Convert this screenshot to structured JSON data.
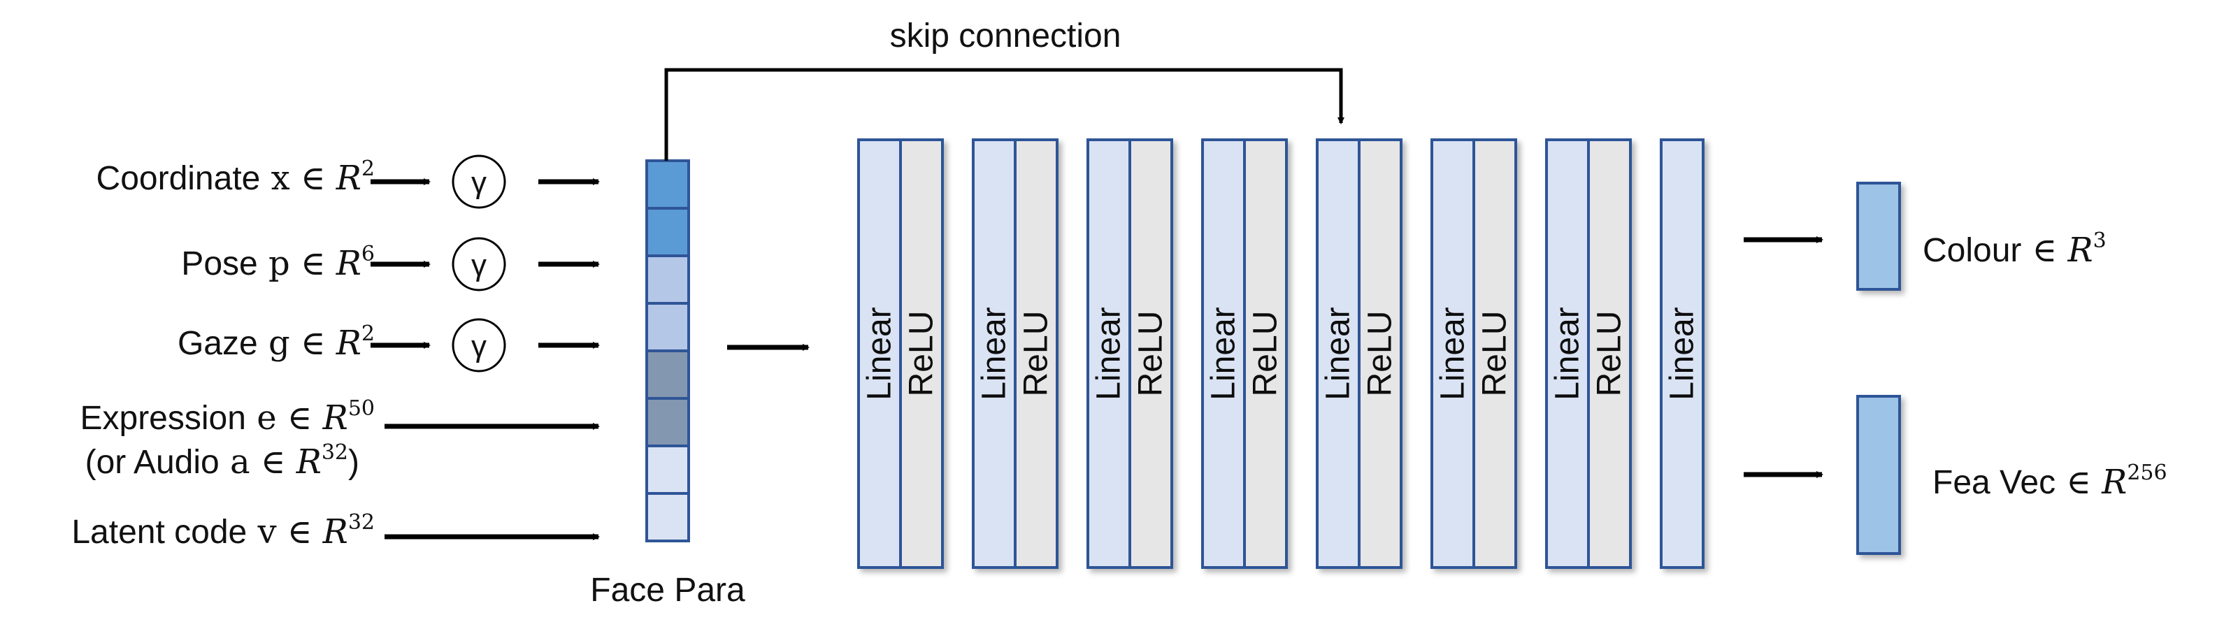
{
  "inputs": [
    {
      "name": "Coordinate",
      "var": "x",
      "space": "R",
      "dim": "2",
      "encoded": true
    },
    {
      "name": "Pose",
      "var": "p",
      "space": "R",
      "dim": "6",
      "encoded": true
    },
    {
      "name": "Gaze",
      "var": "g",
      "space": "R",
      "dim": "2",
      "encoded": true
    },
    {
      "name": "Expression",
      "var": "e",
      "space": "R",
      "dim": "50",
      "encoded": false,
      "alt": {
        "prefix": "(or Audio",
        "var": "a",
        "space": "R",
        "dim": "32",
        "suffix": ")"
      }
    },
    {
      "name": "Latent code",
      "var": "v",
      "space": "R",
      "dim": "32",
      "encoded": false
    }
  ],
  "encoding_symbol": "γ",
  "element_of": "∈",
  "face_para_label": "Face Para",
  "face_para_colors": [
    "#5b9bd5",
    "#5b9bd5",
    "#b4c7e7",
    "#b4c7e7",
    "#8497b0",
    "#8497b0",
    "#dae3f3",
    "#dae3f3"
  ],
  "skip_label": "skip connection",
  "layers": [
    {
      "linear": "Linear",
      "relu": "ReLU"
    },
    {
      "linear": "Linear",
      "relu": "ReLU"
    },
    {
      "linear": "Linear",
      "relu": "ReLU"
    },
    {
      "linear": "Linear",
      "relu": "ReLU"
    },
    {
      "linear": "Linear",
      "relu": "ReLU"
    },
    {
      "linear": "Linear",
      "relu": "ReLU"
    },
    {
      "linear": "Linear",
      "relu": "ReLU"
    },
    {
      "linear": "Linear",
      "relu": ""
    }
  ],
  "outputs": [
    {
      "name": "Colour",
      "space": "R",
      "dim": "3"
    },
    {
      "name": "Fea Vec",
      "space": "R",
      "dim": "256"
    }
  ],
  "colors": {
    "linear_fill": "#dae3f3",
    "relu_fill": "#e7e6e6",
    "border": "#2f5597",
    "output_fill": "#9dc3e6",
    "arrow": "#000000"
  }
}
